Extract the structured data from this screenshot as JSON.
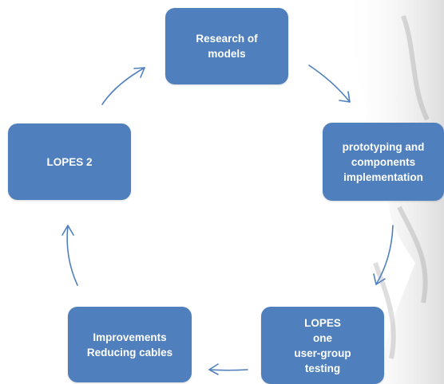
{
  "nodes": {
    "research": "Research of\nmodels",
    "prototyping": "prototyping and\ncomponents\nimplementation",
    "lopes_one": "LOPES\none\nuser-group\ntesting",
    "improvements": "Improvements\nReducing cables",
    "lopes_two": "LOPES 2"
  },
  "colors": {
    "node_fill": "#4f80bd",
    "node_text": "#ffffff",
    "arrow": "#4f80bd",
    "background_art": "#9a9a9a"
  },
  "background": "faded grey sculpture image at right edge"
}
